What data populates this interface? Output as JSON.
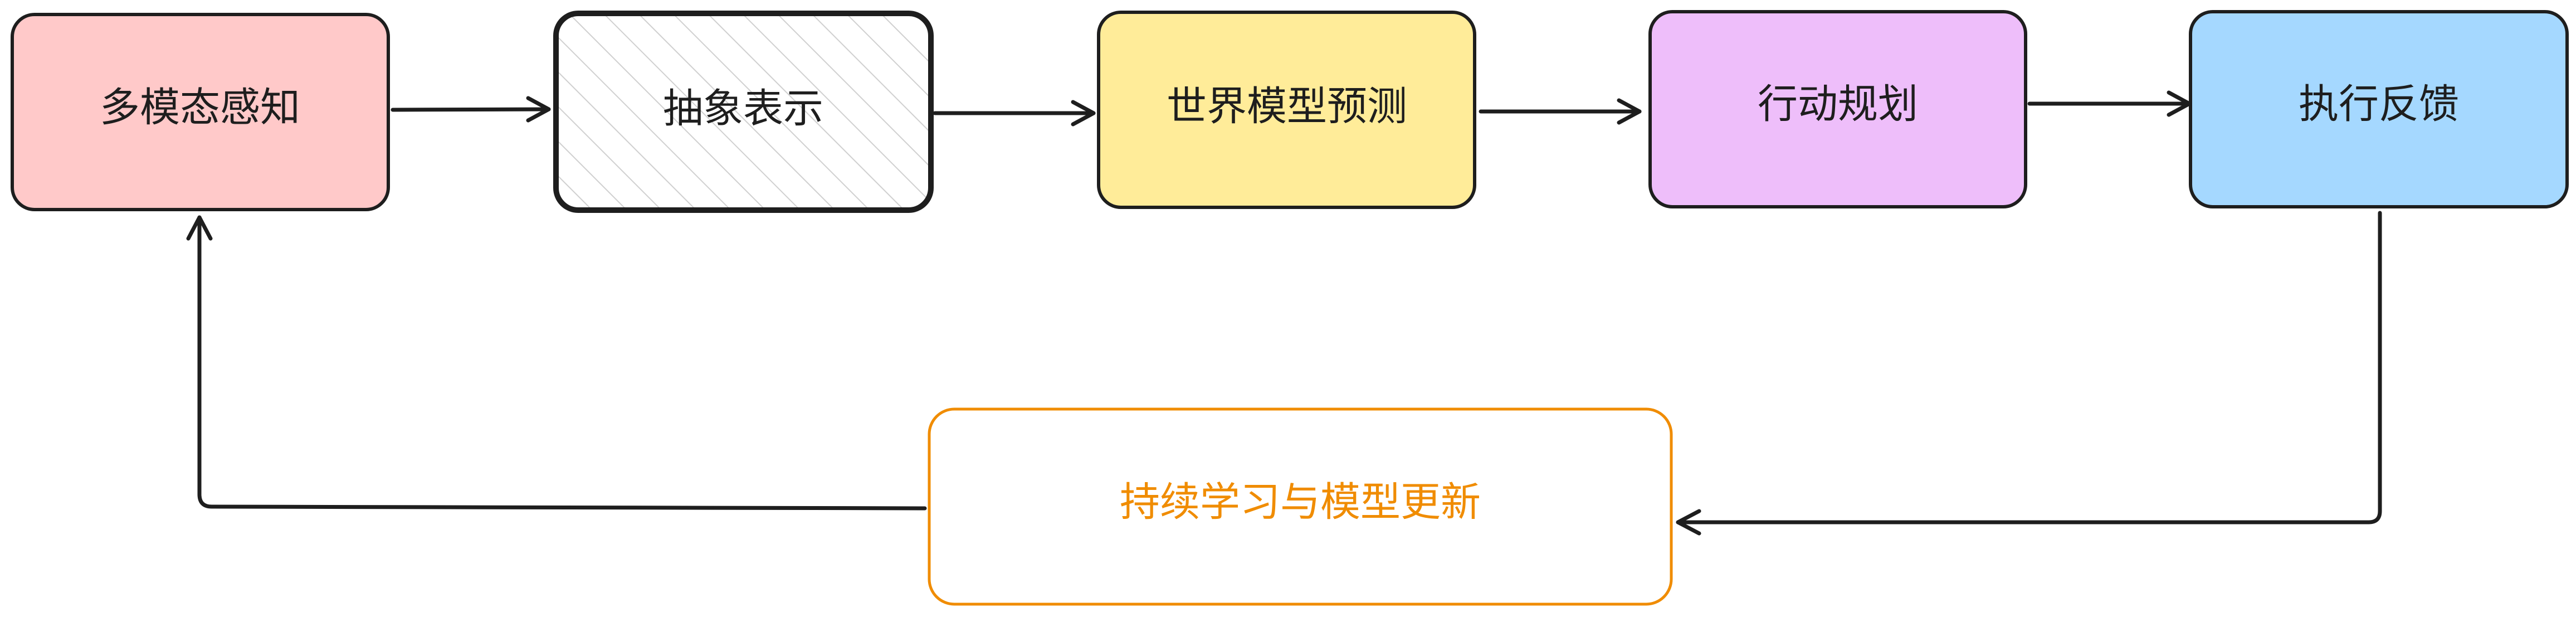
{
  "diagram": {
    "nodes": {
      "perception": {
        "label": "多模态感知",
        "fill": "#ffc9c9",
        "stroke": "#1e1e1e",
        "text_color": "#1e1e1e"
      },
      "abstraction": {
        "label": "抽象表示",
        "fill": "#ffffff",
        "hatch": "#d0d0d0",
        "stroke": "#1e1e1e",
        "text_color": "#1e1e1e"
      },
      "world_model": {
        "label": "世界模型预测",
        "fill": "#ffec99",
        "stroke": "#1e1e1e",
        "text_color": "#1e1e1e"
      },
      "planning": {
        "label": "行动规划",
        "fill": "#eebefa",
        "stroke": "#1e1e1e",
        "text_color": "#1e1e1e"
      },
      "feedback": {
        "label": "执行反馈",
        "fill": "#a5d8ff",
        "stroke": "#1e1e1e",
        "text_color": "#1e1e1e"
      },
      "learning": {
        "label": "持续学习与模型更新",
        "fill": "#ffffff",
        "stroke": "#f08c00",
        "text_color": "#f08c00"
      }
    },
    "edges": [
      {
        "from": "perception",
        "to": "abstraction"
      },
      {
        "from": "abstraction",
        "to": "world_model"
      },
      {
        "from": "world_model",
        "to": "planning"
      },
      {
        "from": "planning",
        "to": "feedback"
      },
      {
        "from": "feedback",
        "to": "learning"
      },
      {
        "from": "learning",
        "to": "perception"
      }
    ]
  }
}
